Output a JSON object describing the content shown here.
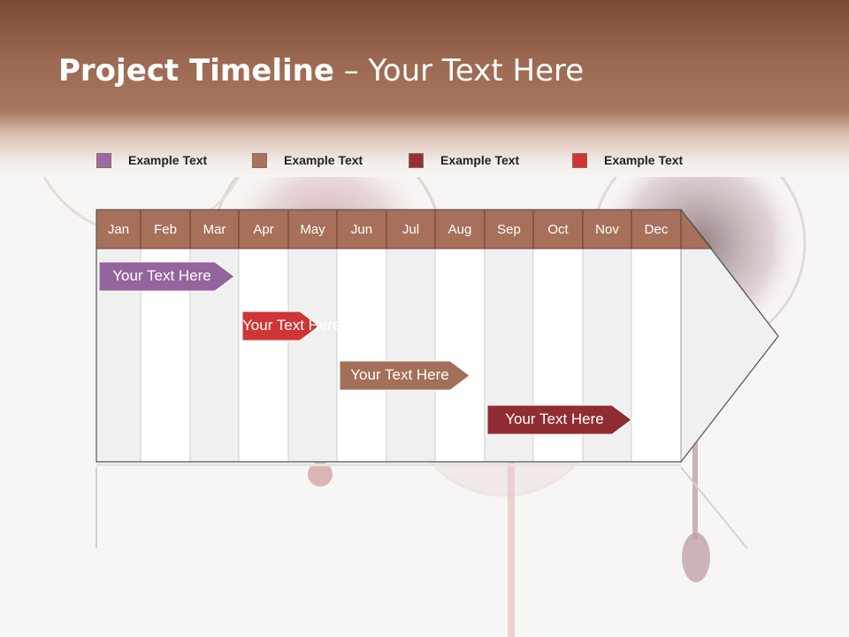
{
  "slide": {
    "title_bold": "Project Timeline",
    "title_rest": " – Your Text Here"
  },
  "legend": [
    {
      "label": "Example Text",
      "color": "#9b6aa5"
    },
    {
      "label": "Example Text",
      "color": "#a8735a"
    },
    {
      "label": "Example Text",
      "color": "#93313a"
    },
    {
      "label": "Example Text",
      "color": "#cf3535"
    }
  ],
  "months": [
    "Jan",
    "Feb",
    "Mar",
    "Apr",
    "May",
    "Jun",
    "Jul",
    "Aug",
    "Sep",
    "Oct",
    "Nov",
    "Dec"
  ],
  "tasks": [
    {
      "label": "Your  Text Here",
      "color": "#94649e",
      "start_month": 1.0,
      "end_month": 4.0
    },
    {
      "label": "Your  Text Here",
      "color": "#cf3535",
      "start_month": 4.0,
      "end_month": 6.0
    },
    {
      "label": "Your  Text Here",
      "color": "#a46f58",
      "start_month": 6.0,
      "end_month": 9.0
    },
    {
      "label": "Your  Text Here",
      "color": "#8f2d33",
      "start_month": 9.0,
      "end_month": 12.0
    }
  ],
  "colors": {
    "header_cells": "#a7705a",
    "column_light": "#f0f0f0",
    "column_white": "#ffffff"
  }
}
